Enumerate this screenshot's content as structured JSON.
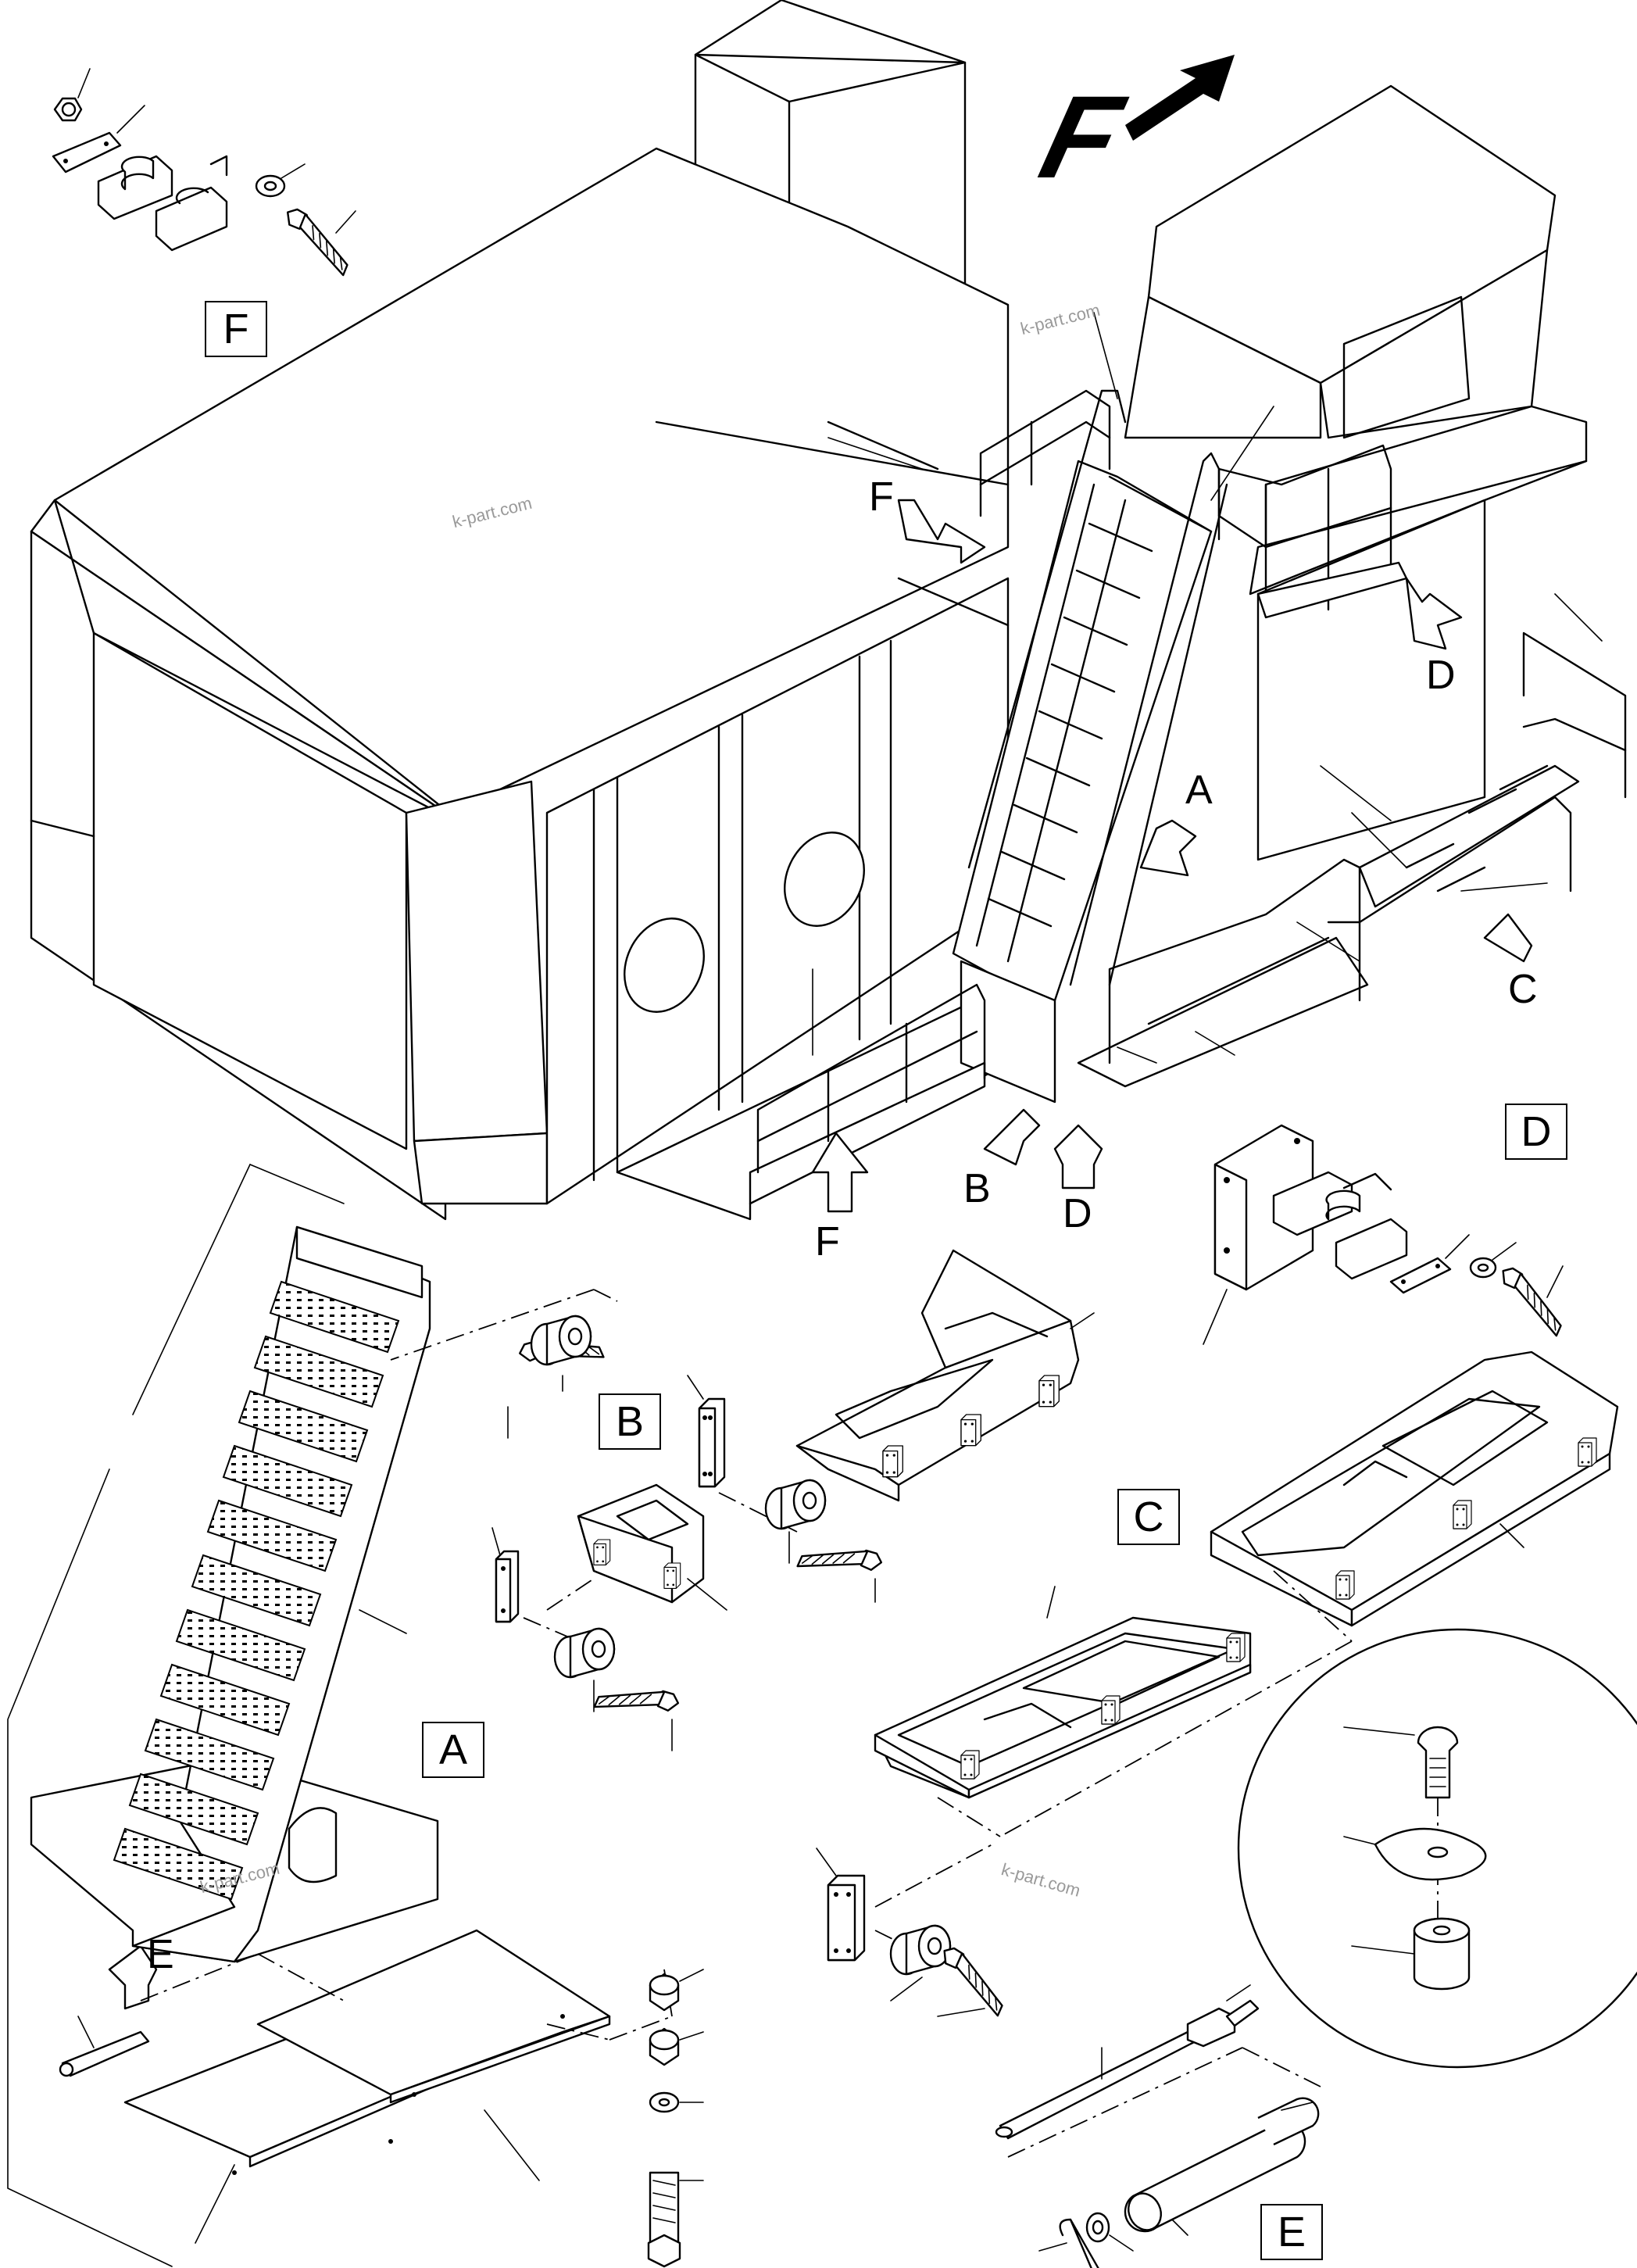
{
  "diagram": {
    "direction_marker": "F",
    "detail_views": [
      {
        "id": "F"
      },
      {
        "id": "D"
      },
      {
        "id": "B"
      },
      {
        "id": "C"
      },
      {
        "id": "A"
      },
      {
        "id": "E"
      }
    ],
    "callouts": [
      "F",
      "D",
      "A",
      "C",
      "B",
      "D",
      "F",
      "E"
    ],
    "watermark": "k-part.com"
  },
  "icons": [
    "direction-arrow-icon",
    "view-arrow-icon"
  ]
}
